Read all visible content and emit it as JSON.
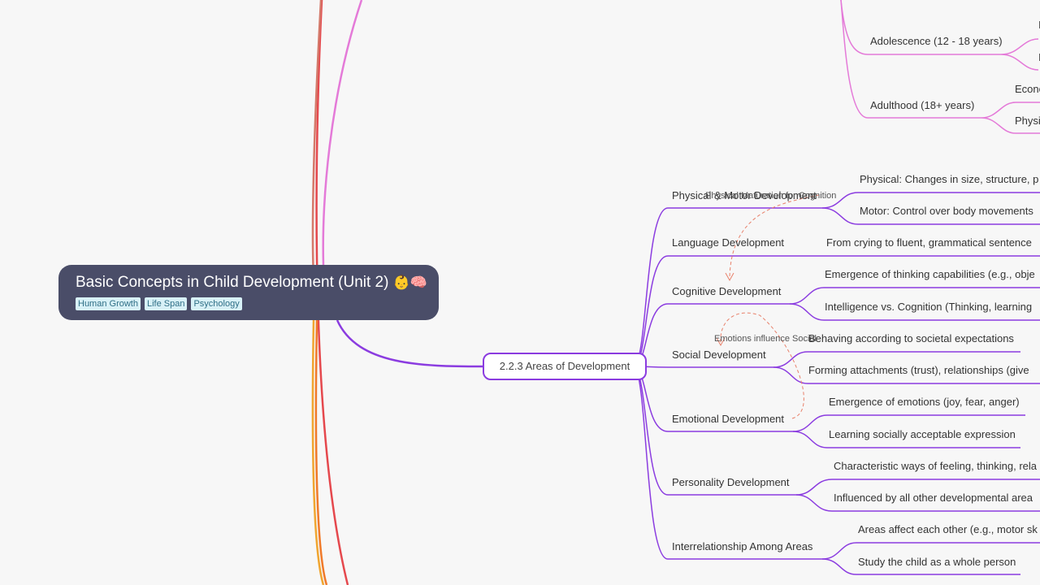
{
  "root": {
    "title": "Basic Concepts in Child Development (Unit 2)",
    "emoji": "👶🧠",
    "tags": [
      "Human Growth",
      "Life Span",
      "Psychology"
    ]
  },
  "stages": {
    "adolescence": {
      "label": "Adolescence (12 - 18 years)",
      "children": [
        "I",
        "I"
      ]
    },
    "adulthood": {
      "label": "Adulthood (18+ years)",
      "children": [
        "Econo",
        "Physi"
      ]
    }
  },
  "hub": {
    "label": "2.2.3 Areas of Development"
  },
  "areas": [
    {
      "label": "Physical & Motor Development",
      "children": [
        "Physical: Changes in size, structure, p",
        "Motor: Control over body movements"
      ]
    },
    {
      "label": "Language Development",
      "children": [
        "From crying to fluent, grammatical sentence"
      ]
    },
    {
      "label": "Cognitive Development",
      "children": [
        "Emergence of thinking capabilities (e.g., obje",
        "Intelligence vs. Cognition (Thinking, learning"
      ]
    },
    {
      "label": "Social Development",
      "children": [
        "Behaving according to societal expectations",
        "Forming attachments (trust), relationships (give"
      ]
    },
    {
      "label": "Emotional Development",
      "children": [
        "Emergence of emotions (joy, fear, anger)",
        "Learning socially acceptable expression"
      ]
    },
    {
      "label": "Personality Development",
      "children": [
        "Characteristic ways of feeling, thinking, rela",
        "Influenced by all other developmental area"
      ]
    },
    {
      "label": "Interrelationship Among Areas",
      "children": [
        "Areas affect each other (e.g., motor sk",
        "Study the child as a whole person"
      ]
    }
  ],
  "annotations": {
    "physical_to_cognitive": "Physical Maturation for Cognition",
    "emotional_to_social": "Emotions influence Social"
  },
  "colors": {
    "background": "#f7f7f7",
    "root_fill": "#4a4d68",
    "tag_fill": "#d8f1f7",
    "purple_branch": "#8b3ce0",
    "pink_branch": "#e47ad8",
    "annotation": "#e8806a"
  }
}
